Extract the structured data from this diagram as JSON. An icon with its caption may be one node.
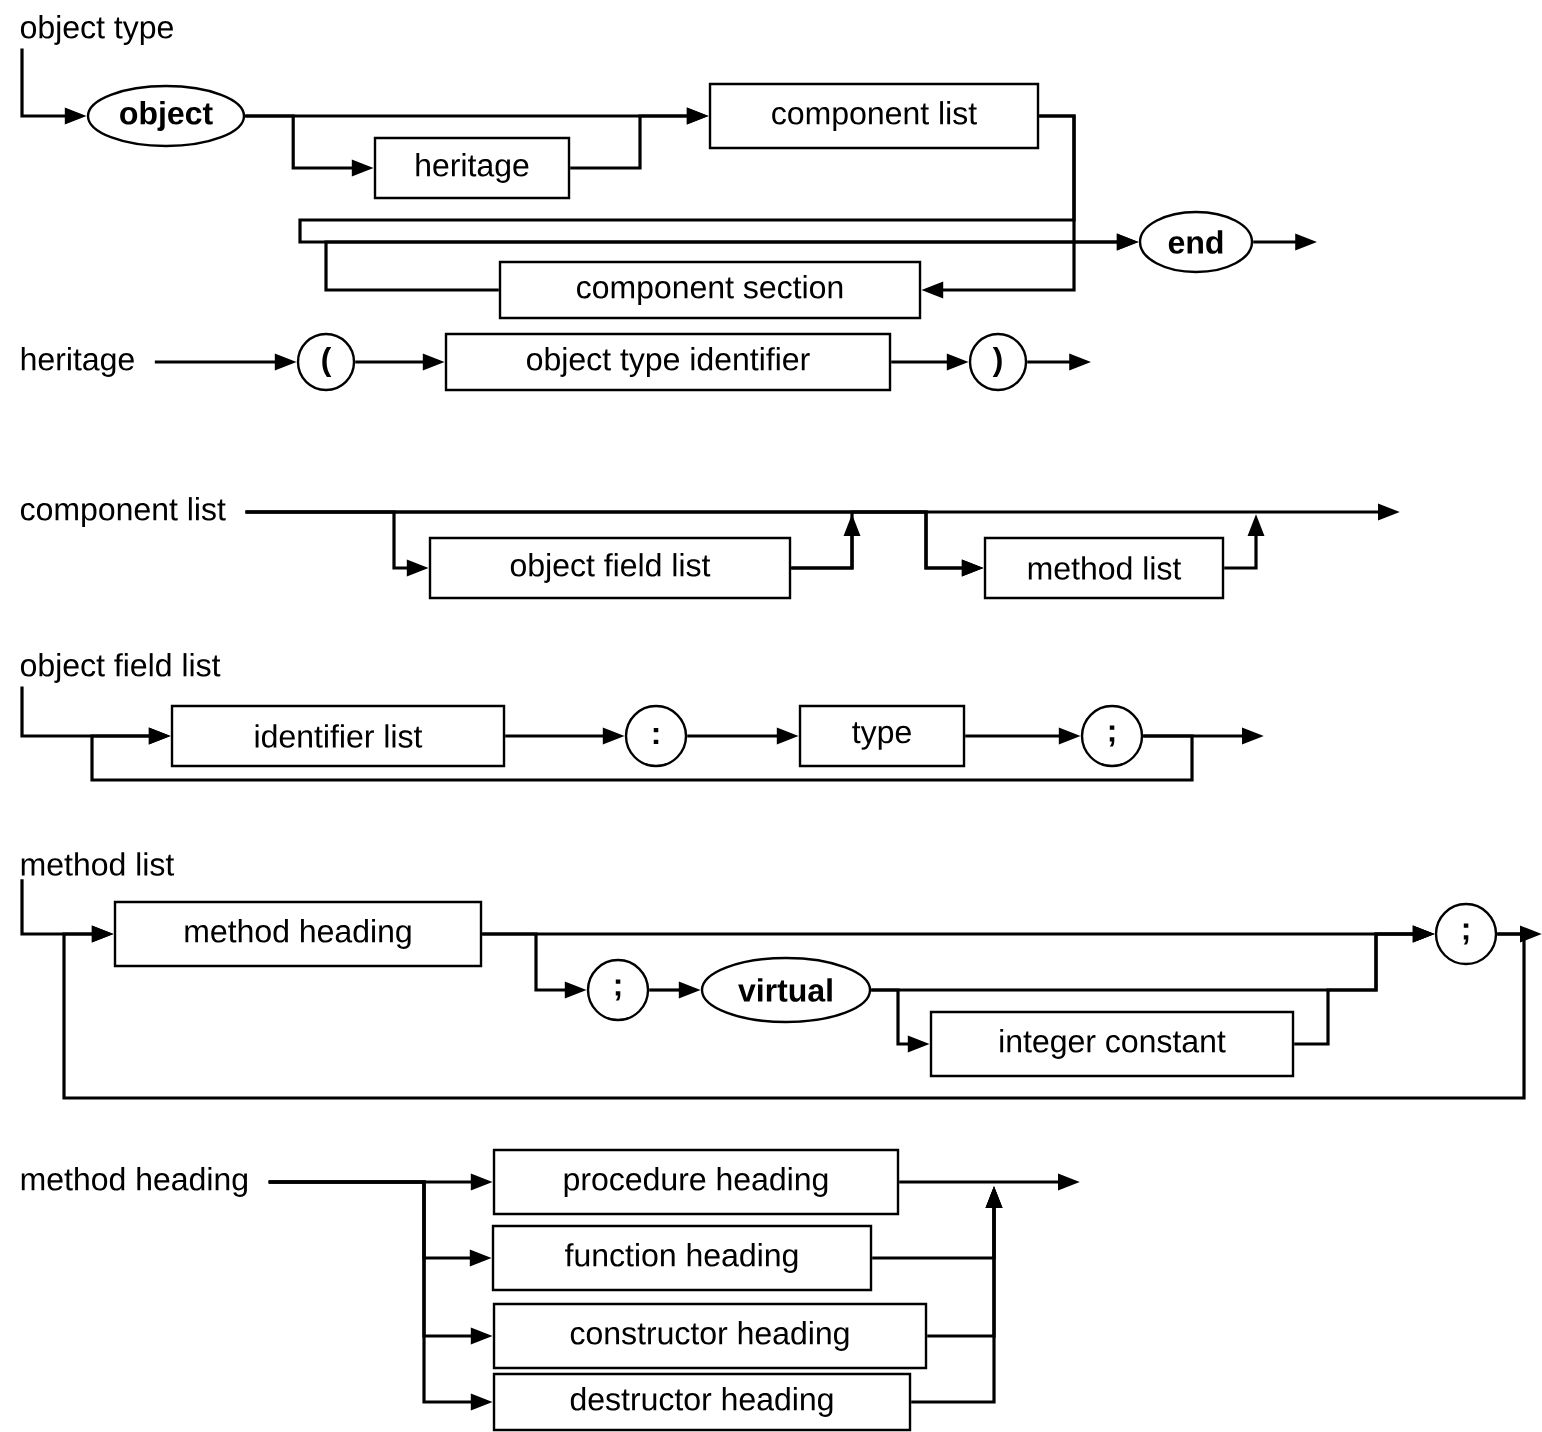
{
  "diagram": {
    "nodes": [
      {
        "text": [
          "object type"
        ]
      },
      {
        "text": [
          "object"
        ]
      },
      {
        "text": [
          "heritage"
        ]
      },
      {
        "text": [
          "component list"
        ]
      },
      {
        "text": [
          "component section"
        ]
      },
      {
        "text": [
          "end"
        ]
      },
      {
        "text": [
          "heritage"
        ]
      },
      {
        "text": [
          "("
        ]
      },
      {
        "text": [
          "object type identifier"
        ]
      },
      {
        "text": [
          ")"
        ]
      },
      {
        "text": [
          "component list"
        ]
      },
      {
        "text": [
          "object field list"
        ]
      },
      {
        "text": [
          "method list"
        ]
      },
      {
        "text": [
          "object field list"
        ]
      },
      {
        "text": [
          "identifier list"
        ]
      },
      {
        "text": [
          ":"
        ]
      },
      {
        "text": [
          "type"
        ]
      },
      {
        "text": [
          ";"
        ]
      },
      {
        "text": [
          "method list"
        ]
      },
      {
        "text": [
          "method heading"
        ]
      },
      {
        "text": [
          ";"
        ]
      },
      {
        "text": [
          "virtual"
        ]
      },
      {
        "text": [
          "integer constant"
        ]
      },
      {
        "text": [
          ";"
        ]
      },
      {
        "text": [
          "method heading"
        ]
      },
      {
        "text": [
          "procedure heading"
        ]
      },
      {
        "text": [
          "function heading"
        ]
      },
      {
        "text": [
          "constructor heading"
        ]
      },
      {
        "text": [
          "destructor heading"
        ]
      }
    ],
    "edges": [
      {
        "from": 0,
        "to": 1,
        "arrow": "to"
      },
      {
        "from": 1,
        "to": 2,
        "arrow": "to"
      },
      {
        "from": 1,
        "to": 3,
        "arrow": "to"
      },
      {
        "from": 2,
        "to": 3,
        "arrow": "to"
      },
      {
        "from": 3,
        "to": 5,
        "arrow": "to"
      },
      {
        "from": 3,
        "to": 4,
        "arrow": "to"
      },
      {
        "from": 4,
        "to": 5,
        "arrow": "to"
      },
      {
        "from": 5,
        "to": null,
        "arrow": "to"
      },
      {
        "from": 6,
        "to": 7,
        "arrow": "to"
      },
      {
        "from": 7,
        "to": 8,
        "arrow": "to"
      },
      {
        "from": 8,
        "to": 9,
        "arrow": "to"
      },
      {
        "from": 9,
        "to": null,
        "arrow": "to"
      },
      {
        "from": 10,
        "to": null,
        "arrow": "to"
      },
      {
        "from": 10,
        "to": 11,
        "arrow": "to"
      },
      {
        "from": 10,
        "to": 12,
        "arrow": "to"
      },
      {
        "from": 11,
        "to": 12,
        "arrow": "to"
      },
      {
        "from": 11,
        "to": null,
        "arrow": "to"
      },
      {
        "from": 12,
        "to": null,
        "arrow": "to"
      },
      {
        "from": 13,
        "to": 14,
        "arrow": "to"
      },
      {
        "from": 14,
        "to": 15,
        "arrow": "to"
      },
      {
        "from": 15,
        "to": 16,
        "arrow": "to"
      },
      {
        "from": 16,
        "to": 17,
        "arrow": "to"
      },
      {
        "from": 17,
        "to": 14,
        "arrow": "to"
      },
      {
        "from": 17,
        "to": null,
        "arrow": "to"
      },
      {
        "from": 18,
        "to": 19,
        "arrow": "to"
      },
      {
        "from": 19,
        "to": 23,
        "arrow": "to"
      },
      {
        "from": 19,
        "to": 20,
        "arrow": "to"
      },
      {
        "from": 20,
        "to": 21,
        "arrow": "to"
      },
      {
        "from": 21,
        "to": 22,
        "arrow": "to"
      },
      {
        "from": 21,
        "to": 23,
        "arrow": "to"
      },
      {
        "from": 22,
        "to": 23,
        "arrow": "to"
      },
      {
        "from": 23,
        "to": 19,
        "arrow": "to"
      },
      {
        "from": 23,
        "to": null,
        "arrow": "to"
      },
      {
        "from": 24,
        "to": 25,
        "arrow": "to"
      },
      {
        "from": 24,
        "to": 26,
        "arrow": "to"
      },
      {
        "from": 24,
        "to": 27,
        "arrow": "to"
      },
      {
        "from": 24,
        "to": 28,
        "arrow": "to"
      },
      {
        "from": 25,
        "to": null,
        "arrow": "to"
      },
      {
        "from": 26,
        "to": null,
        "arrow": "to"
      },
      {
        "from": 27,
        "to": null,
        "arrow": "to"
      },
      {
        "from": 28,
        "to": null,
        "arrow": "to"
      }
    ]
  }
}
